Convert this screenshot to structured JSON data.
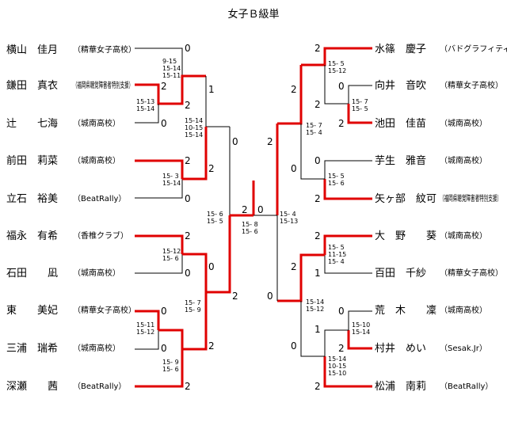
{
  "title": "女子Ｂ級単",
  "colors": {
    "win": "#e00000",
    "line": "#000000"
  },
  "players": [
    {
      "name": "横山　佳月",
      "team": "（精華女子高校）"
    },
    {
      "name": "鎌田　真衣",
      "team": "（福岡県聴覚障害者特別支援）"
    },
    {
      "name": "辻　　七海",
      "team": "（城南高校）"
    },
    {
      "name": "前田　莉菜",
      "team": "（城南高校）"
    },
    {
      "name": "立石　裕美",
      "team": "（BeatRally）"
    },
    {
      "name": "福永　有希",
      "team": "（香椎クラブ）"
    },
    {
      "name": "石田　　凪",
      "team": "（城南高校）"
    },
    {
      "name": "東　　美妃",
      "team": "（精華女子高校）"
    },
    {
      "name": "三浦　瑞希",
      "team": "（城南高校）"
    },
    {
      "name": "深瀬　　茜",
      "team": "（BeatRally）"
    },
    {
      "name": "水篠　慶子",
      "team": "（バドグラフィティ）"
    },
    {
      "name": "向井　音吹",
      "team": "（精華女子高校）"
    },
    {
      "name": "池田　佳苗",
      "team": "（城南高校）"
    },
    {
      "name": "芋生　雅音",
      "team": "（城南高校）"
    },
    {
      "name": "矢ヶ部　紋可",
      "team": "（福岡県聴覚障害者特別支援）"
    },
    {
      "name": "大　野　　葵",
      "team": "（城南高校）"
    },
    {
      "name": "百田　千紗",
      "team": "（精華女子高校）"
    },
    {
      "name": "荒　木　　凜",
      "team": "（城南高校）"
    },
    {
      "name": "村井　めい",
      "team": "（Sesak.Jr）"
    },
    {
      "name": "松浦　南莉",
      "team": "（BeatRally）"
    }
  ],
  "scores": {
    "L_r1a_top": "0",
    "L_r1a_bot": "2",
    "L_r1b_top": "2",
    "L_r1b_bot": "0",
    "L_r1c_top": "2",
    "L_r1c_bot": "0",
    "L_r2a_top": "1",
    "L_r2a_bot": "2",
    "L_r2b_top": "2",
    "L_r2b_bot": "0",
    "L_r3a_top": "0",
    "L_r3a_bot": "2",
    "L_semi_top": "0",
    "L_semi_bot": "2",
    "L_final": "2",
    "R_final": "0",
    "R_semi_top": "2",
    "R_semi_bot": "0",
    "R_r3a_top": "2",
    "R_r3a_bot": "0",
    "R_r2a_top": "0",
    "R_r2a_bot": "2",
    "R_r2b_top": "2",
    "R_r2b_bot": "1",
    "R_r2c_top": "1",
    "R_r2c_bot": "2",
    "R_r1a_top": "0",
    "R_r1a_bot": "2",
    "R_r1b_top": "0",
    "R_r1b_bot": "2",
    "R_r1c_top": "0",
    "R_r1c_bot": "2",
    "R_r3b_top": "2",
    "R_r3b_bot": "0",
    "R_r3c_top": "0",
    "R_r3c_bot": "2"
  },
  "game_scores": {
    "m_L1": "9-15\n15-14\n15-11",
    "m_L2": "15-13\n15-14",
    "m_L3": "15-14\n10-15\n15-14",
    "m_L4": "15- 3\n15-14",
    "m_L5": "15-12\n15- 6",
    "m_L6": "15- 7\n15- 9",
    "m_L7": "15-11\n15-12",
    "m_L8": "15- 9\n15- 6",
    "m_Lsf": "15- 6\n15- 5",
    "m_F": "15- 8\n15- 6",
    "m_Rsf": "15- 4\n15-13",
    "m_R1": "15- 5\n15-12",
    "m_R2": "15- 7\n15- 5",
    "m_R3": "15- 7\n15- 4",
    "m_R4": "15- 5\n15- 6",
    "m_R5": "15- 5\n11-15\n15- 4",
    "m_R6": "15-14\n15-12",
    "m_R7": "15-10\n15-14",
    "m_R8": "15-14\n10-15\n15-10"
  }
}
